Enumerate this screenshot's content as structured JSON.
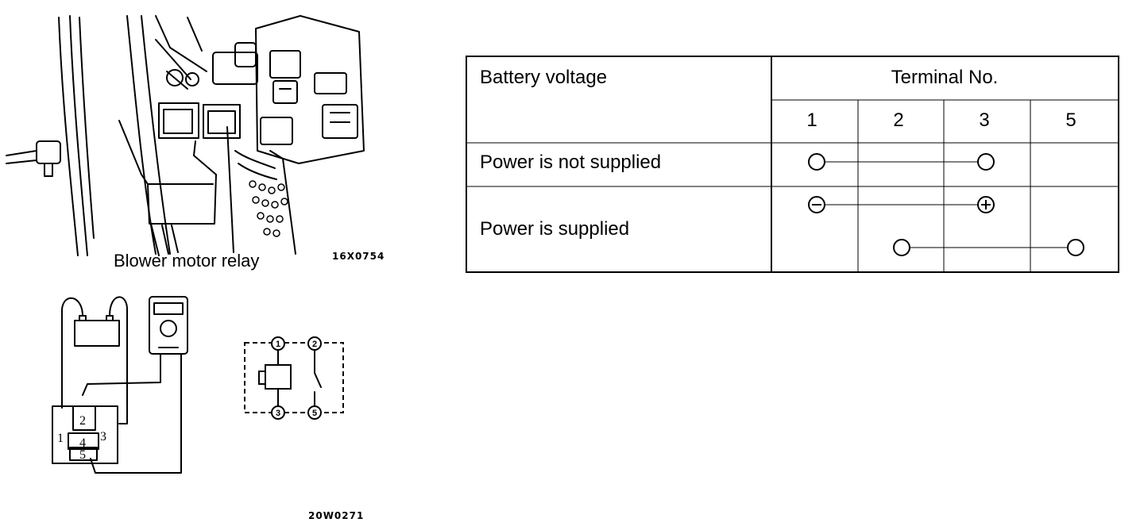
{
  "photo": {
    "caption": "Blower motor relay",
    "code": "16X0754"
  },
  "circuit": {
    "code": "20W0271",
    "connector_numbers": [
      "1",
      "2",
      "3",
      "4",
      "5"
    ],
    "relay_terminals": [
      "1",
      "2",
      "3",
      "5"
    ]
  },
  "table": {
    "header_left": "Battery voltage",
    "header_right": "Terminal No.",
    "terminals": [
      "1",
      "2",
      "3",
      "5"
    ],
    "rows": [
      {
        "label": "Power is not supplied"
      },
      {
        "label": "Power is supplied"
      }
    ]
  }
}
